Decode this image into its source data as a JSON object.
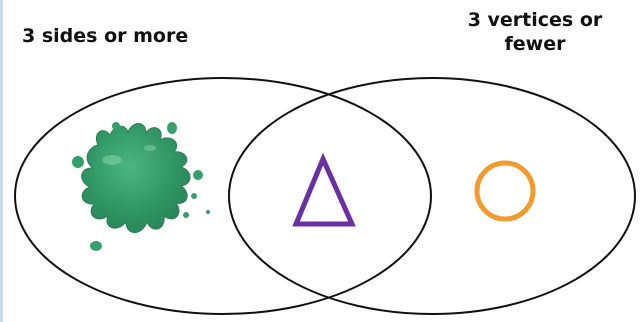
{
  "diagram": {
    "type": "venn",
    "left_set": {
      "label": "3 sides or more"
    },
    "right_set": {
      "label_line1": "3 vertices or",
      "label_line2": "fewer"
    },
    "items": [
      {
        "name": "green-splat",
        "region": "left-only",
        "color": "#3a9e6b"
      },
      {
        "name": "triangle",
        "region": "both",
        "color": "#6b2fa3"
      },
      {
        "name": "circle",
        "region": "right-only",
        "color": "#f29a2e"
      }
    ]
  }
}
